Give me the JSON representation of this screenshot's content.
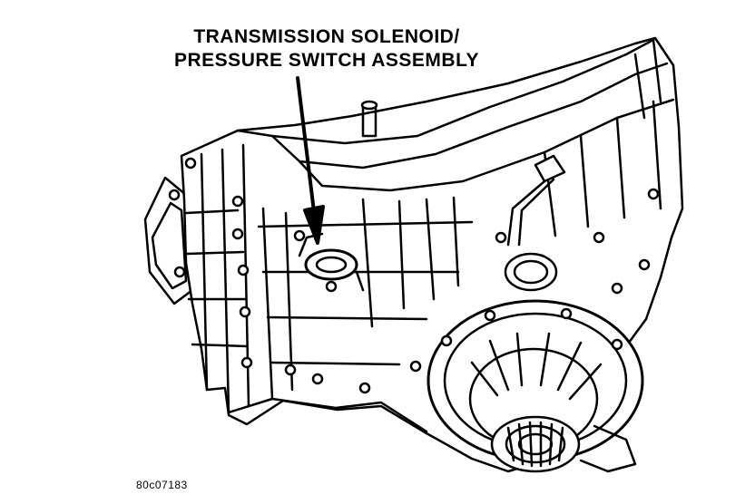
{
  "callout": {
    "line1": "TRANSMISSION SOLENOID/",
    "line2": "PRESSURE SWITCH ASSEMBLY"
  },
  "figure_code": "80c07183"
}
